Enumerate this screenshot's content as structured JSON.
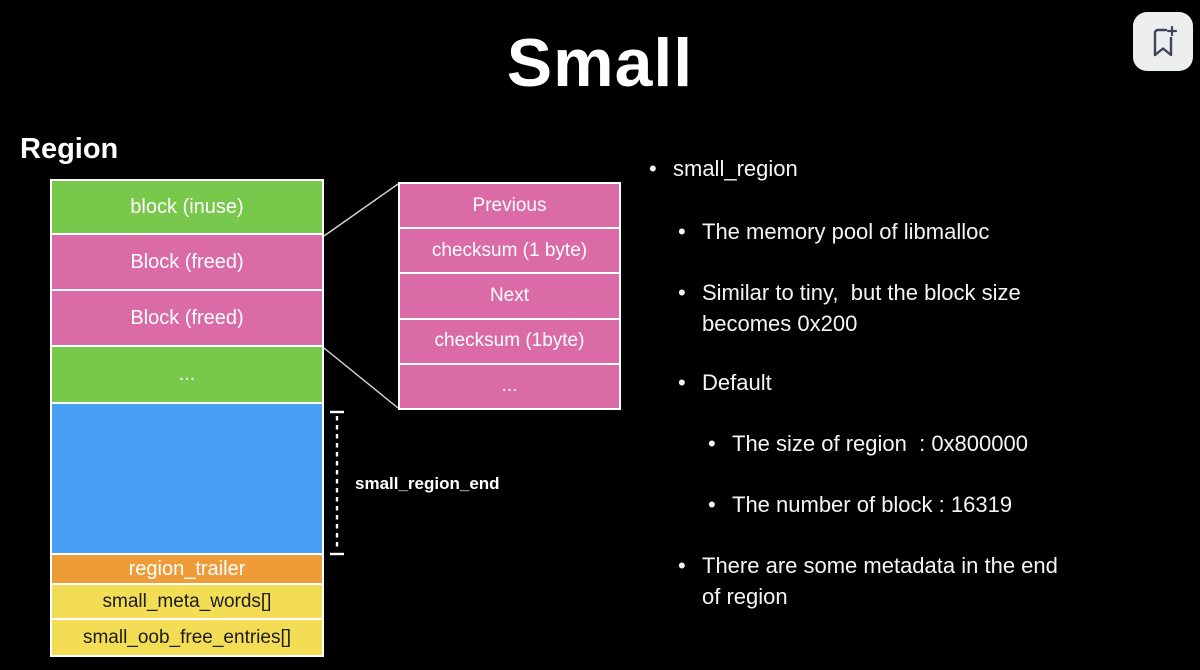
{
  "header": {
    "title": "Small"
  },
  "toolbar": {
    "bookmark_button": "bookmark-add"
  },
  "diagram": {
    "heading": "Region",
    "region_blocks": [
      {
        "label": "block (inuse)",
        "color": "green"
      },
      {
        "label": "Block (freed)",
        "color": "pink"
      },
      {
        "label": "Block (freed)",
        "color": "pink"
      },
      {
        "label": "...",
        "color": "green"
      },
      {
        "label": "",
        "color": "blue"
      },
      {
        "label": "region_trailer",
        "color": "orange"
      },
      {
        "label": "small_meta_words[]",
        "color": "yellow"
      },
      {
        "label": "small_oob_free_entries[]",
        "color": "yellow"
      }
    ],
    "block_detail_rows": [
      "Previous",
      "checksum (1 byte)",
      "Next",
      "checksum (1byte)",
      "..."
    ],
    "annotation": "small_region_end",
    "colors": {
      "green": "#78c84c",
      "pink": "#db6ba6",
      "blue": "#47a0f4",
      "orange": "#ee9c38",
      "yellow": "#f3dd55",
      "background": "#000000",
      "text": "#ffffff"
    }
  },
  "bullets": [
    {
      "level": 1,
      "lines": [
        "small_region"
      ]
    },
    {
      "level": 2,
      "lines": [
        "The memory pool of libmalloc"
      ]
    },
    {
      "level": 2,
      "lines": [
        "Similar to tiny,  but the block size",
        "becomes 0x200"
      ]
    },
    {
      "level": 2,
      "lines": [
        "Default"
      ]
    },
    {
      "level": 3,
      "lines": [
        "The size of region  : 0x800000"
      ]
    },
    {
      "level": 3,
      "lines": [
        "The number of block : 16319"
      ]
    },
    {
      "level": 2,
      "lines": [
        "There are some metadata in the end",
        "of region"
      ]
    }
  ]
}
